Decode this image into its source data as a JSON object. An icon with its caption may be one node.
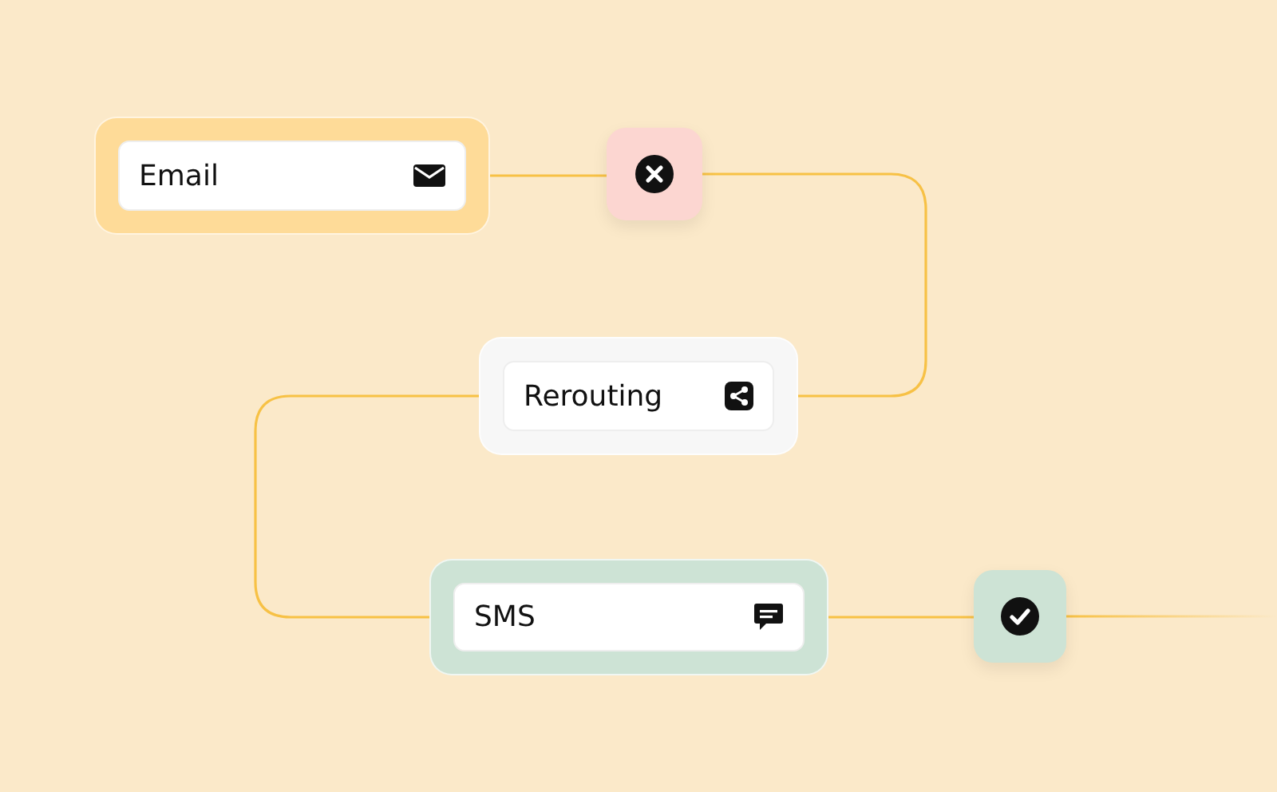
{
  "diagram": {
    "nodes": [
      {
        "text": [
          "Email"
        ]
      },
      {
        "text": [],
        "shape": "box"
      },
      {
        "text": [
          "Rerouting"
        ]
      },
      {
        "text": [
          "SMS"
        ]
      },
      {
        "text": [],
        "shape": "box"
      }
    ],
    "edges": [
      {
        "from": 0,
        "to": 1,
        "arrow": "none"
      },
      {
        "from": 1,
        "to": 2,
        "arrow": "none"
      },
      {
        "from": 2,
        "to": 3,
        "arrow": "none"
      },
      {
        "from": 3,
        "to": 4,
        "arrow": "none"
      },
      {
        "from": 4,
        "to": null,
        "arrow": "none"
      }
    ]
  }
}
